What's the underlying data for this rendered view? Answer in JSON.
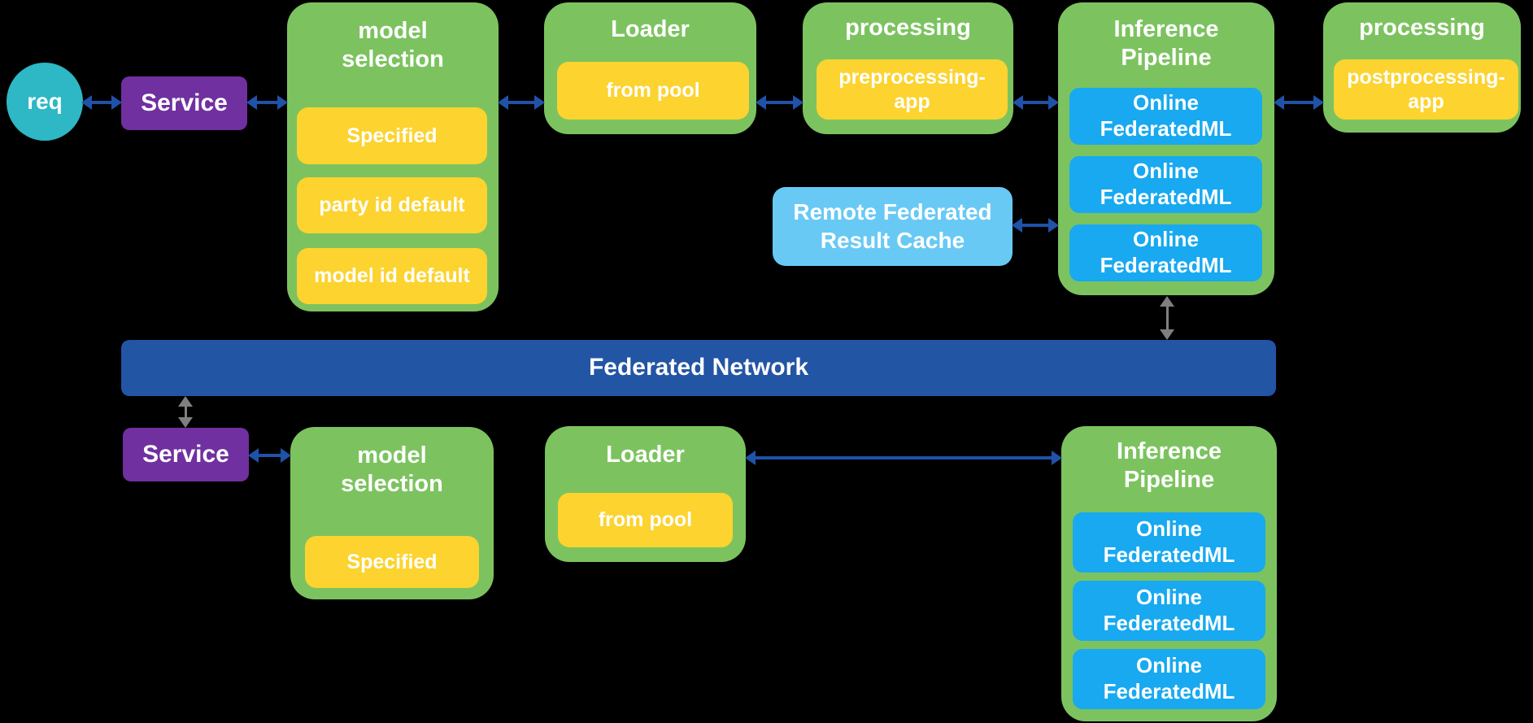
{
  "colors": {
    "background": "#000000",
    "container_green": "#7CC35F",
    "item_yellow": "#FCD32F",
    "node_blue": "#18A9F0",
    "cache_light_blue": "#68C9F5",
    "service_purple": "#7030A0",
    "request_teal": "#2EB7C5",
    "network_bar_blue": "#2255A4",
    "arrow_blue": "#1F52A8",
    "arrow_gray": "#7F7F7F",
    "text": "#FFFFFF"
  },
  "top_row": {
    "request_label": "req",
    "service_label": "Service",
    "model_selection": {
      "title": "model\nselection",
      "options": [
        "Specified",
        "party id default",
        "model id default"
      ]
    },
    "loader": {
      "title": "Loader",
      "item": "from pool"
    },
    "preprocessing": {
      "title": "processing",
      "item": "preprocessing-\napp"
    },
    "inference_pipeline": {
      "title": "Inference\nPipeline",
      "nodes": [
        "Online\nFederatedML",
        "Online\nFederatedML",
        "Online\nFederatedML"
      ]
    },
    "postprocessing": {
      "title": "processing",
      "item": "postprocessing-\napp"
    },
    "remote_cache_label": "Remote Federated\nResult Cache"
  },
  "network_bar": {
    "label": "Federated Network"
  },
  "bottom_row": {
    "service_label": "Service",
    "model_selection": {
      "title": "model\nselection",
      "options": [
        "Specified"
      ]
    },
    "loader": {
      "title": "Loader",
      "item": "from pool"
    },
    "inference_pipeline": {
      "title": "Inference\nPipeline",
      "nodes": [
        "Online\nFederatedML",
        "Online\nFederatedML",
        "Online\nFederatedML"
      ]
    }
  }
}
